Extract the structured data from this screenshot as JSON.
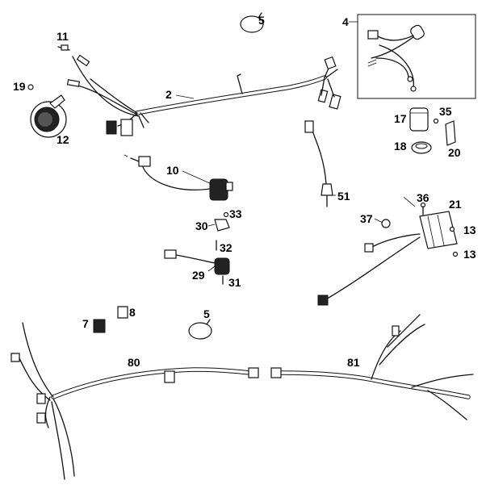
{
  "labels": {
    "p2": "2",
    "p4": "4",
    "p5a": "5",
    "p5b": "5",
    "p7": "7",
    "p8": "8",
    "p10": "10",
    "p11": "11",
    "p12": "12",
    "p13a": "13",
    "p13b": "13",
    "p17": "17",
    "p18": "18",
    "p19": "19",
    "p20": "20",
    "p21": "21",
    "p29": "29",
    "p30": "30",
    "p31": "31",
    "p32": "32",
    "p33": "33",
    "p35": "35",
    "p36": "36",
    "p37": "37",
    "p51": "51",
    "p80": "80",
    "p81": "81"
  }
}
